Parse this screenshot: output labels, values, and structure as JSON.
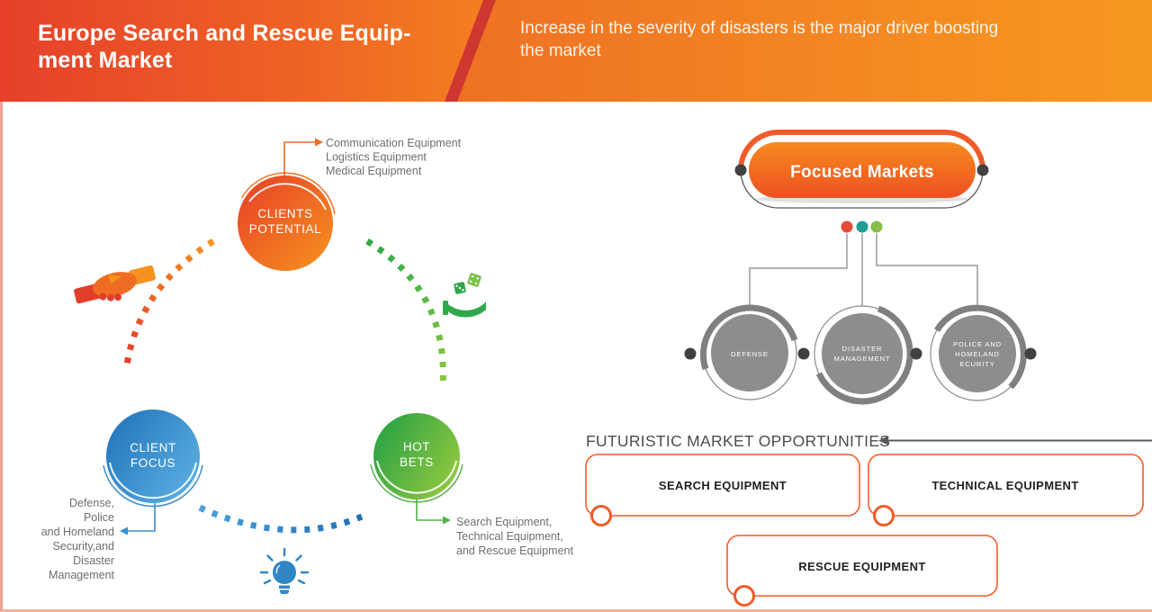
{
  "palette": {
    "header_red": "#e6402a",
    "header_orange": "#f6921e",
    "stripe_crimson": "#cf3731",
    "accent_orange": "#f15a29",
    "blue": "#2e86c6",
    "green": "#2fa84c",
    "lime": "#8cc63f",
    "red_dot": "#e8493c",
    "teal_dot": "#1f9e93",
    "green_dot": "#85bf4a",
    "gray_circle": "#8d8d8d",
    "annotation_gray": "#6d6e71",
    "heading_gray": "#4d4d4d",
    "frame_salmon": "#f2a292"
  },
  "header": {
    "title_lines": [
      "Europe Search and Rescue Equip-",
      "ment Market"
    ],
    "subtitle_lines": [
      "Increase in the severity of disasters is the major driver boosting",
      "the market"
    ]
  },
  "cycle": {
    "nodes": [
      {
        "id": "clients-potential",
        "label_lines": [
          "CLIENTS",
          "POTENTIAL"
        ],
        "annotation_lines": [
          "Communication Equipment",
          "Logistics Equipment",
          "Medical Equipment"
        ]
      },
      {
        "id": "client-focus",
        "label_lines": [
          "CLIENT",
          "FOCUS"
        ],
        "annotation_lines": [
          "Defense,",
          "Police",
          "and Homeland",
          "Security,and",
          "Disaster",
          "Management"
        ]
      },
      {
        "id": "hot-bets",
        "label_lines": [
          "HOT",
          "BETS"
        ],
        "annotation_lines": [
          "Search Equipment,",
          "Technical Equipment,",
          "and Rescue Equipment"
        ]
      }
    ],
    "icons": [
      "handshake-icon",
      "hand-with-dice-icon",
      "lightbulb-icon"
    ]
  },
  "focused_markets": {
    "title": "Focused Markets",
    "segments": [
      {
        "lines": [
          "DEFENSE"
        ]
      },
      {
        "lines": [
          "DISASTER",
          "MANAGEMENT"
        ]
      },
      {
        "lines": [
          "POLICE AND",
          "HOMELAND",
          "ECURITY"
        ]
      }
    ]
  },
  "opportunities": {
    "heading": "FUTURISTIC MARKET OPPORTUNITIES",
    "items": [
      {
        "label": "SEARCH EQUIPMENT"
      },
      {
        "label": "TECHNICAL EQUIPMENT"
      },
      {
        "label": "RESCUE EQUIPMENT"
      }
    ]
  }
}
